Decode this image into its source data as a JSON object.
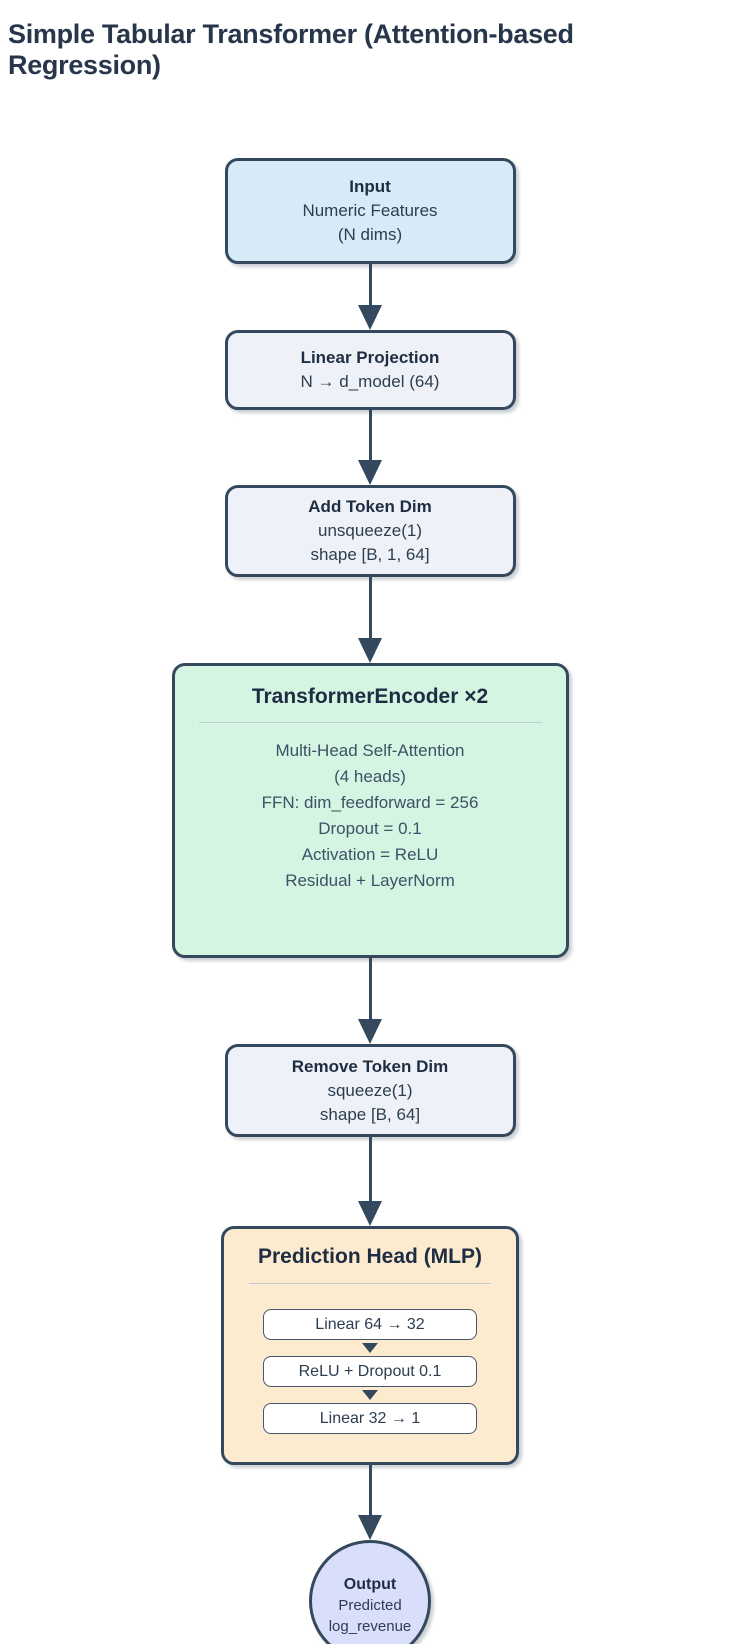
{
  "title": "Simple Tabular Transformer (Attention-based Regression)",
  "colors": {
    "canvas_bg": "#ffffff",
    "stroke": "#34495e",
    "arrow": "#34495e",
    "page_title_text": "#27364b",
    "node_title_text": "#1f2d42",
    "node_body_text": "#3e5166",
    "node_body_dark": "#2c3e50",
    "divider": "#c3ccd4",
    "input_fill": "#d6eaf8",
    "reshape_fill": "#eef1f7",
    "encoder_fill": "#d5f5e3",
    "head_fill": "#fdebd0",
    "mlp_layer_fill": "#ffffff",
    "output_fill": "#d9defa"
  },
  "nodes": {
    "input": {
      "title": "Input",
      "lines": [
        "Numeric Features",
        "(N dims)"
      ]
    },
    "linear_projection": {
      "title": "Linear Projection",
      "lines": [
        "N → d_model (64)"
      ]
    },
    "add_token_dim": {
      "title": "Add Token Dim",
      "lines": [
        "unsqueeze(1)",
        "shape [B, 1, 64]"
      ]
    },
    "transformer_encoder": {
      "title": "TransformerEncoder ×2",
      "lines": [
        "Multi-Head Self-Attention",
        "(4 heads)",
        "FFN: dim_feedforward = 256",
        "Dropout = 0.1",
        "Activation = ReLU",
        "Residual + LayerNorm"
      ]
    },
    "remove_token_dim": {
      "title": "Remove Token Dim",
      "lines": [
        "squeeze(1)",
        "shape [B, 64]"
      ]
    },
    "prediction_head": {
      "title": "Prediction Head (MLP)",
      "layers": [
        "Linear 64 → 32",
        "ReLU + Dropout 0.1",
        "Linear 32 → 1"
      ]
    },
    "output": {
      "title": "Output",
      "lines": [
        "Predicted",
        "log_revenue"
      ]
    }
  }
}
